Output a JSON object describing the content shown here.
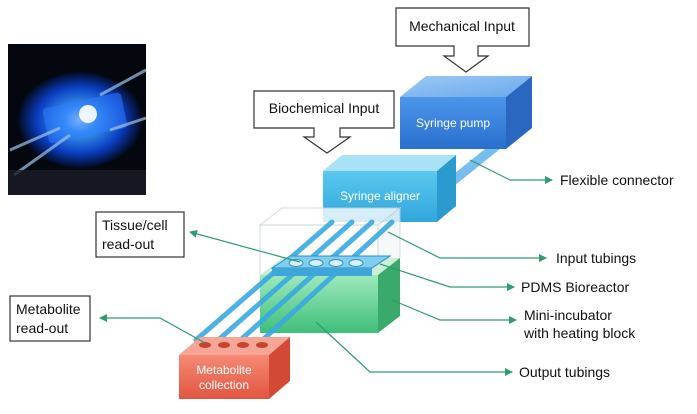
{
  "labels": {
    "mechanical_input": "Mechanical Input",
    "biochemical_input": "Biochemical Input",
    "syringe_pump": "Syringe pump",
    "syringe_aligner": "Syringe aligner",
    "flexible_connector": "Flexible connector",
    "tissue_readout_line1": "Tissue/cell",
    "tissue_readout_line2": "read-out",
    "input_tubings": "Input tubings",
    "pdms_bioreactor": "PDMS Bioreactor",
    "mini_incubator_line1": "Mini-incubator",
    "mini_incubator_line2": "with heating block",
    "metabolite_readout_line1": "Metabolite",
    "metabolite_readout_line2": "read-out",
    "metabolite_collection_line1": "Metabolite",
    "metabolite_collection_line2": "collection",
    "output_tubings": "Output tubings"
  },
  "colors": {
    "callout_line": "#2e9c6e",
    "pump_blue": "#3a86e0",
    "aligner_cyan": "#43b8e8",
    "incubator_green": "#5cd08f",
    "collection_red": "#f0705c",
    "tubing": "#39a9e0"
  },
  "photo": {
    "icon": "glowing-chip-photo"
  }
}
